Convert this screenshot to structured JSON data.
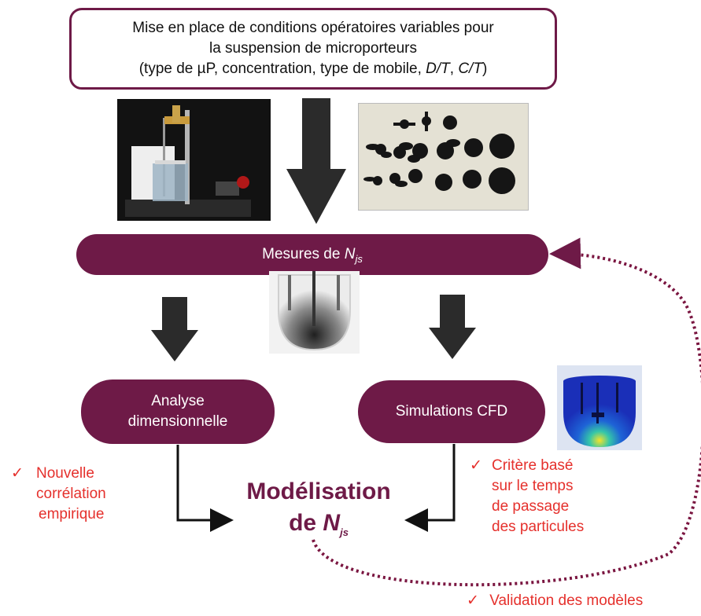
{
  "top_box": {
    "line1": "Mise en place de conditions opératoires variables pour",
    "line2": "la suspension de microporteurs",
    "line3_prefix": "(type de µP, concentration, type de mobile, ",
    "line3_dt": "D/T",
    "line3_sep": ", ",
    "line3_ct": "C/T",
    "line3_suffix": ")"
  },
  "measure": {
    "prefix": "Mesures de ",
    "symbol": "N",
    "subscript": "js"
  },
  "analyse": {
    "line1": "Analyse",
    "line2": "dimensionnelle"
  },
  "cfd": {
    "label": "Simulations CFD"
  },
  "left_note": {
    "check": "✓",
    "line1": "Nouvelle",
    "line2": "corrélation",
    "line3": "empirique"
  },
  "right_note": {
    "check": "✓",
    "line1": "Critère basé",
    "line2": "sur le temps",
    "line3": "de passage",
    "line4": "des particules"
  },
  "model": {
    "line1": "Modélisation",
    "line2_prefix": "de ",
    "symbol": "N",
    "subscript": "js"
  },
  "validation": {
    "check": "✓",
    "text": "Validation des modèles"
  },
  "colors": {
    "accent": "#6e1a47",
    "note_red": "#e5302c",
    "arrow_dark": "#2b2b2b"
  },
  "images": [
    "photo-stirred-tank-setup",
    "photo-impellers-collection",
    "tank-render",
    "cfd-velocity-field"
  ]
}
